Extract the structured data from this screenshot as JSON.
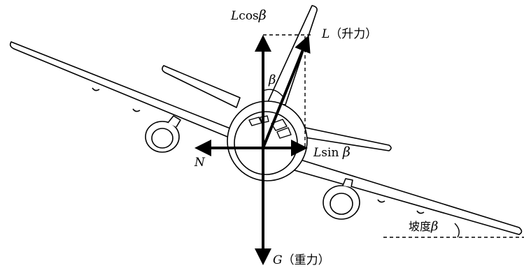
{
  "labels": {
    "lift_vertical": {
      "var": "L",
      "text": "cos",
      "angle": "β"
    },
    "lift": {
      "var": "L",
      "text": "（升力）"
    },
    "lift_horizontal": {
      "var": "L",
      "text": "sin ",
      "angle": "β"
    },
    "normal": "N",
    "gravity": {
      "var": "G",
      "text": "（重力）"
    },
    "bank_angle": {
      "text": "坡度",
      "angle": "β"
    },
    "angle_beta": "β"
  }
}
